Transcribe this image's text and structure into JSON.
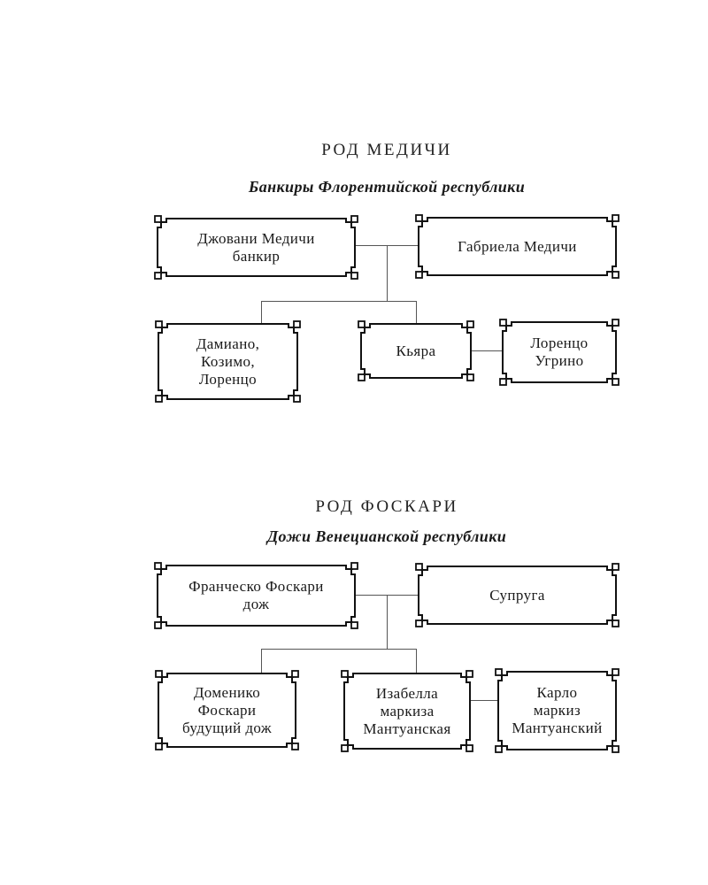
{
  "page": {
    "background": "#ffffff",
    "ink": "#1a1a1a",
    "border_color": "#111111",
    "connector_color": "#555555"
  },
  "trees": [
    {
      "title": "РОД МЕДИЧИ",
      "subtitle": "Банкиры Флорентийской республики",
      "boxes": [
        {
          "person": "giovanni-medici",
          "lines": [
            "Джовани Медичи",
            "банкир"
          ]
        },
        {
          "person": "gabriela-medici",
          "lines": [
            "Габриела Медичи"
          ]
        },
        {
          "person": "damiano-cosimo-lorenzo",
          "lines": [
            "Дамиано,",
            "Козимо,",
            "Лоренцо"
          ]
        },
        {
          "person": "chiara",
          "lines": [
            "Кьяра"
          ]
        },
        {
          "person": "lorenzo-ugrino",
          "lines": [
            "Лоренцо",
            "Угрино"
          ]
        }
      ]
    },
    {
      "title": "РОД ФОСКАРИ",
      "subtitle": "Дожи Венецианской республики",
      "boxes": [
        {
          "person": "francesco-foscari",
          "lines": [
            "Франческо Фоскари",
            "дож"
          ]
        },
        {
          "person": "supruga",
          "lines": [
            "Супруга"
          ]
        },
        {
          "person": "domenico-foscari",
          "lines": [
            "Доменико",
            "Фоскари",
            "будущий дож"
          ]
        },
        {
          "person": "isabella-mantua",
          "lines": [
            "Изабелла",
            "маркиза",
            "Мантуанская"
          ]
        },
        {
          "person": "carlo-mantua",
          "lines": [
            "Карло",
            "маркиз",
            "Мантуанский"
          ]
        }
      ]
    }
  ]
}
